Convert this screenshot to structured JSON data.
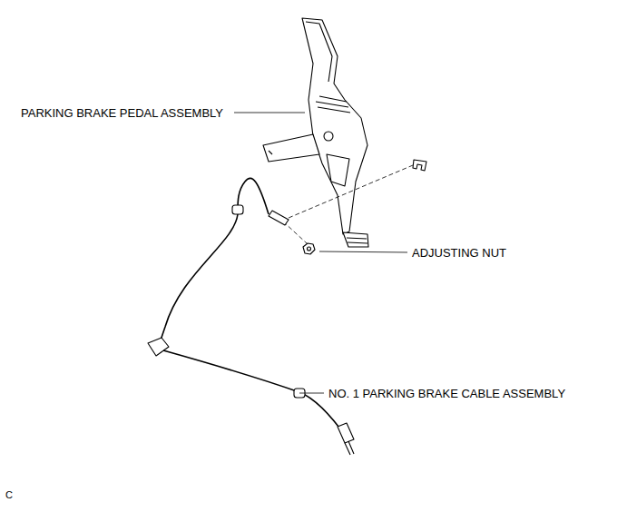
{
  "diagram": {
    "labels": [
      "PARKING BRAKE PEDAL ASSEMBLY",
      "ADJUSTING NUT",
      "NO. 1 PARKING BRAKE CABLE ASSEMBLY",
      "C"
    ]
  }
}
